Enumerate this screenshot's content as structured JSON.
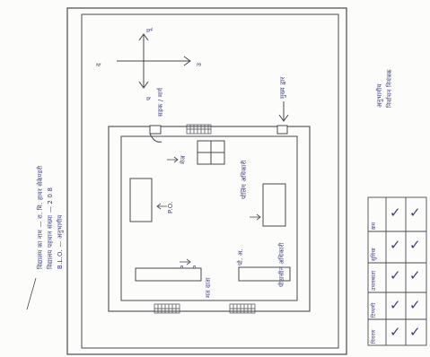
{
  "sheet": {
    "heading_lines": [
      "विद्यालय का नाम — रा. मि. हायर सेकेण्डरी",
      "विद्यालय पहचान संख्या — 2 0 8",
      "B.L.O. — अनुभागीय"
    ],
    "signature_lines": [
      "अनुभागीय",
      "निर्वाचन नियंत्रक"
    ],
    "compass": {
      "north": "उ",
      "south": "द",
      "east": "पू",
      "west": "प"
    },
    "road_label": "सड़क / मार्ग",
    "entrance_label": "मुख्य द्वार",
    "desk_label": "मेज",
    "room_labels": [
      "पोलिंग अधिकारी",
      "पीठासीन अधिकारी",
      "पो. अ.",
      "मत दाता"
    ],
    "short_labels": [
      "P.O.",
      "P",
      "P"
    ],
    "table_headers": [
      "क्रम",
      "सुविधा",
      "उपलब्धता",
      "टिप्पणी",
      "विवरण"
    ],
    "tick_mark": "✓"
  },
  "colors": {
    "ink": "#4a4a52",
    "text_ink": "#3f4180",
    "paper": "#fcfcfa"
  }
}
